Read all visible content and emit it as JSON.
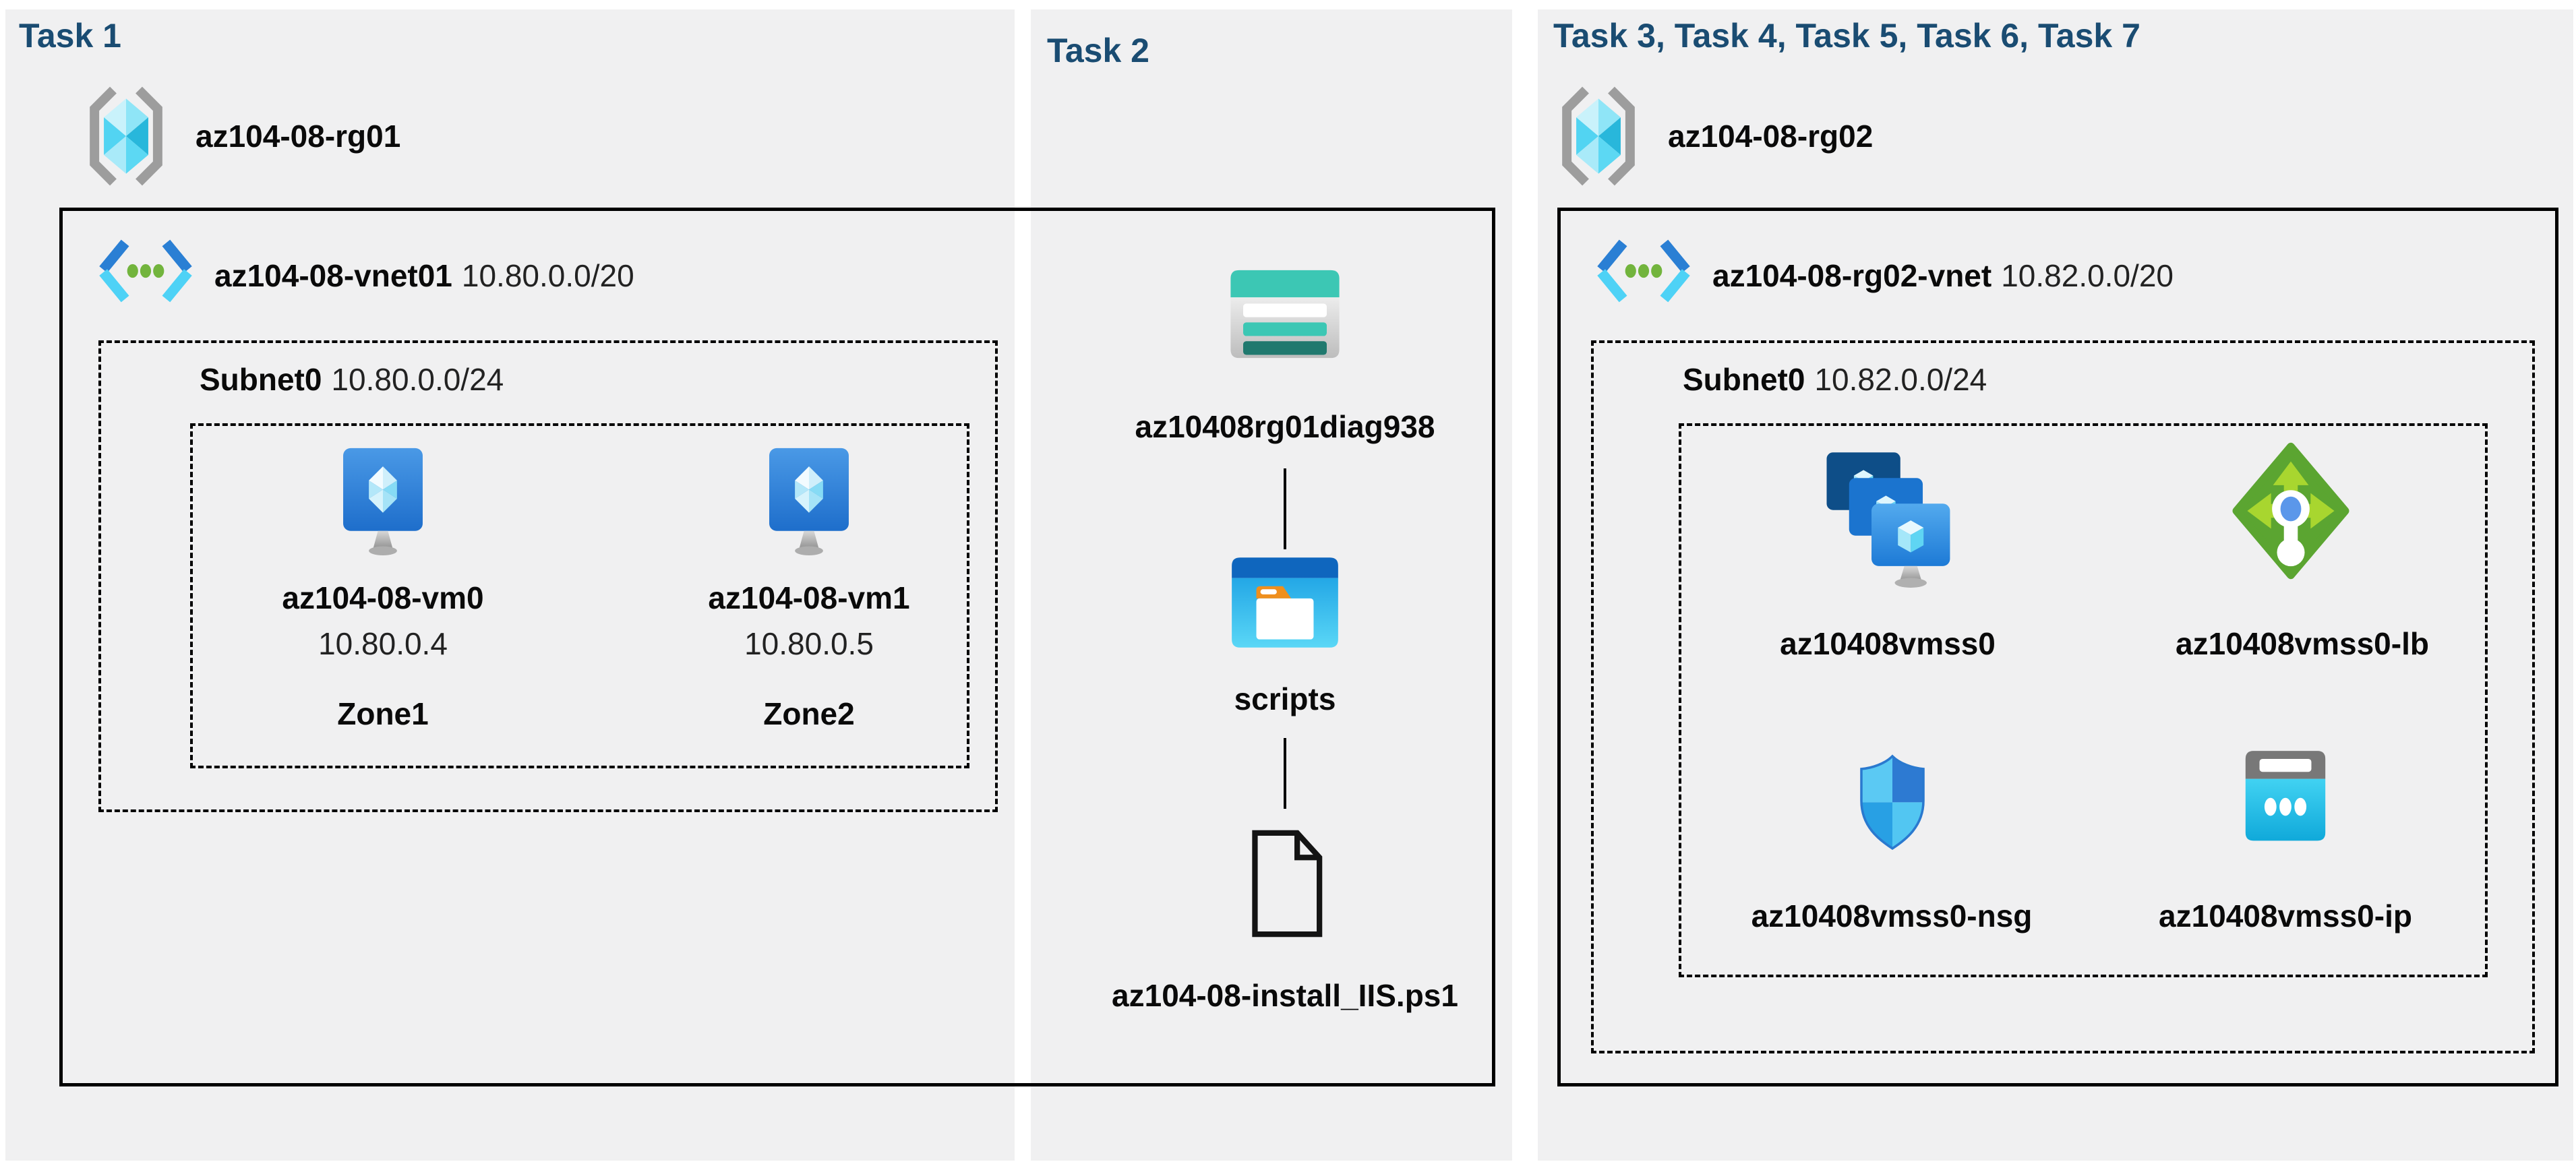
{
  "colors": {
    "background": "#ffffff",
    "panel": "#f0f0f1",
    "heading": "#1a4c72",
    "label": "#0a0a0a",
    "border": "#000000"
  },
  "task1": {
    "heading": "Task 1",
    "resource_group": "az104-08-rg01",
    "vnet_name": "az104-08-vnet01",
    "vnet_cidr": "10.80.0.0/20",
    "subnet_name": "Subnet0",
    "subnet_cidr": "10.80.0.0/24",
    "vms": [
      {
        "name": "az104-08-vm0",
        "ip": "10.80.0.4",
        "zone": "Zone1"
      },
      {
        "name": "az104-08-vm1",
        "ip": "10.80.0.5",
        "zone": "Zone2"
      }
    ]
  },
  "task2": {
    "heading": "Task 2",
    "storage_account": "az10408rg01diag938",
    "container": "scripts",
    "script_file": "az104-08-install_IIS.ps1"
  },
  "task3": {
    "heading": "Task 3, Task 4, Task 5, Task 6, Task 7",
    "resource_group": "az104-08-rg02",
    "vnet_name": "az104-08-rg02-vnet",
    "vnet_cidr": "10.82.0.0/20",
    "subnet_name": "Subnet0",
    "subnet_cidr": "10.82.0.0/24",
    "vmss": "az10408vmss0",
    "load_balancer": "az10408vmss0-lb",
    "nsg": "az10408vmss0-nsg",
    "public_ip": "az10408vmss0-ip"
  }
}
